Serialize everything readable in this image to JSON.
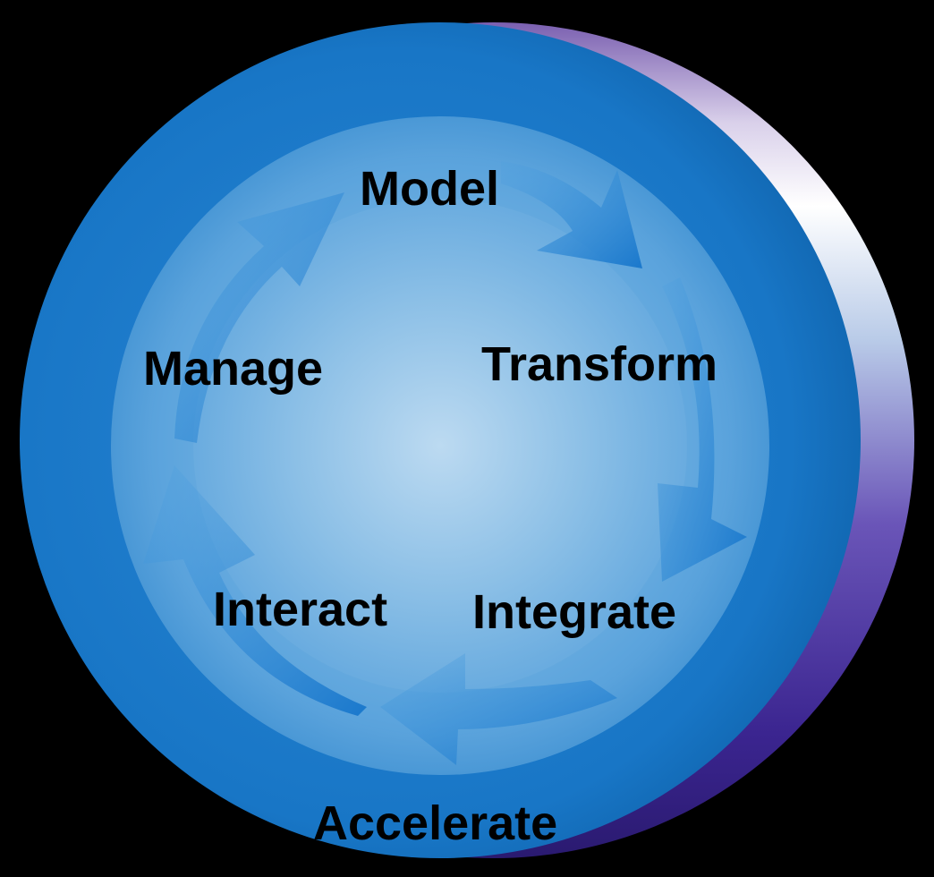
{
  "diagram": {
    "cycle_steps": [
      "Model",
      "Transform",
      "Integrate",
      "Interact",
      "Manage"
    ],
    "outer_label": "Accelerate"
  },
  "colors": {
    "background": "#000000",
    "outer_ring": "#1a78c8",
    "inner_light": "#b8d8f0",
    "inner_mid": "#5ea6dd",
    "arrow": "#1f7ccc",
    "rim_highlight": "#e8eef8",
    "rim_shadow": "#3a2a8c",
    "label_text": "#000000"
  }
}
